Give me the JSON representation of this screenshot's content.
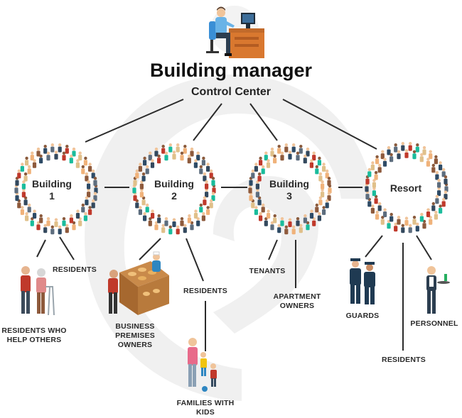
{
  "header": {
    "title": "Building manager",
    "subtitle": "Control Center"
  },
  "nodes": [
    {
      "line1": "Building",
      "line2": "1"
    },
    {
      "line1": "Building",
      "line2": "2"
    },
    {
      "line1": "Building",
      "line2": "3"
    },
    {
      "line1": "Resort",
      "line2": ""
    }
  ],
  "labels": {
    "residents_who_help": [
      "RESIDENTS WHO",
      "HELP OTHERS"
    ],
    "residents_b1": "RESIDENTS",
    "business": [
      "BUSINESS",
      "PREMISES",
      "OWNERS"
    ],
    "residents_b2": "RESIDENTS",
    "families": [
      "FAMILIES WITH",
      "KIDS"
    ],
    "tenants": "TENANTS",
    "apartment": [
      "APARTMENT",
      "OWNERS"
    ],
    "guards": "GUARDS",
    "personnel": "PERSONNEL",
    "residents_resort": "RESIDENTS"
  },
  "colors": {
    "line": "#2b2b2b",
    "watermark": "#efefef",
    "people": [
      "#2e4b66",
      "#c0392b",
      "#f0b27a",
      "#5d6d7e",
      "#1abc9c",
      "#8e5a3c",
      "#34495e",
      "#e0c08a"
    ]
  }
}
